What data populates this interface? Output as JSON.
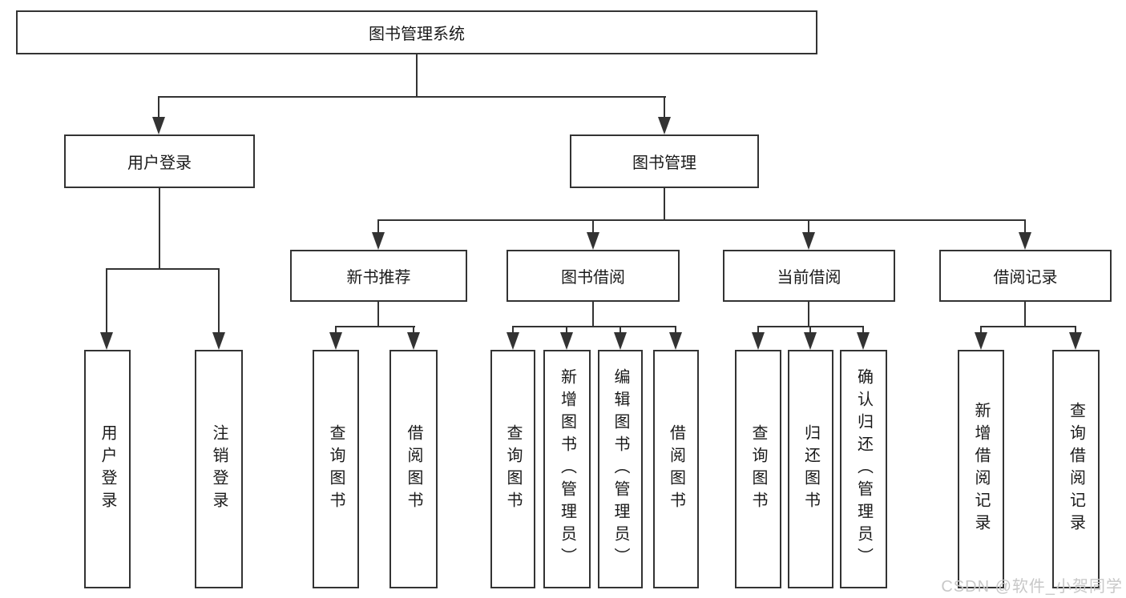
{
  "colors": {
    "background": "#ffffff",
    "line": "#333333",
    "box_border": "#333333",
    "box_fill": "#ffffff",
    "text": "#1a1a1a",
    "watermark": "#c8c8c8"
  },
  "tree": {
    "root": "图书管理系统",
    "branches": [
      {
        "label": "用户登录",
        "children": [
          "用户登录",
          "注销登录"
        ]
      },
      {
        "label": "图书管理",
        "children": [
          {
            "label": "新书推荐",
            "children": [
              "查询图书",
              "借阅图书"
            ]
          },
          {
            "label": "图书借阅",
            "children": [
              "查询图书",
              "新增图书（管理员）",
              "编辑图书（管理员）",
              "借阅图书"
            ]
          },
          {
            "label": "当前借阅",
            "children": [
              "查询图书",
              "归还图书",
              "确认归还（管理员）"
            ]
          },
          {
            "label": "借阅记录",
            "children": [
              "新增借阅记录",
              "查询借阅记录"
            ]
          }
        ]
      }
    ]
  },
  "watermark": "CSDN @软件_小贺同学"
}
